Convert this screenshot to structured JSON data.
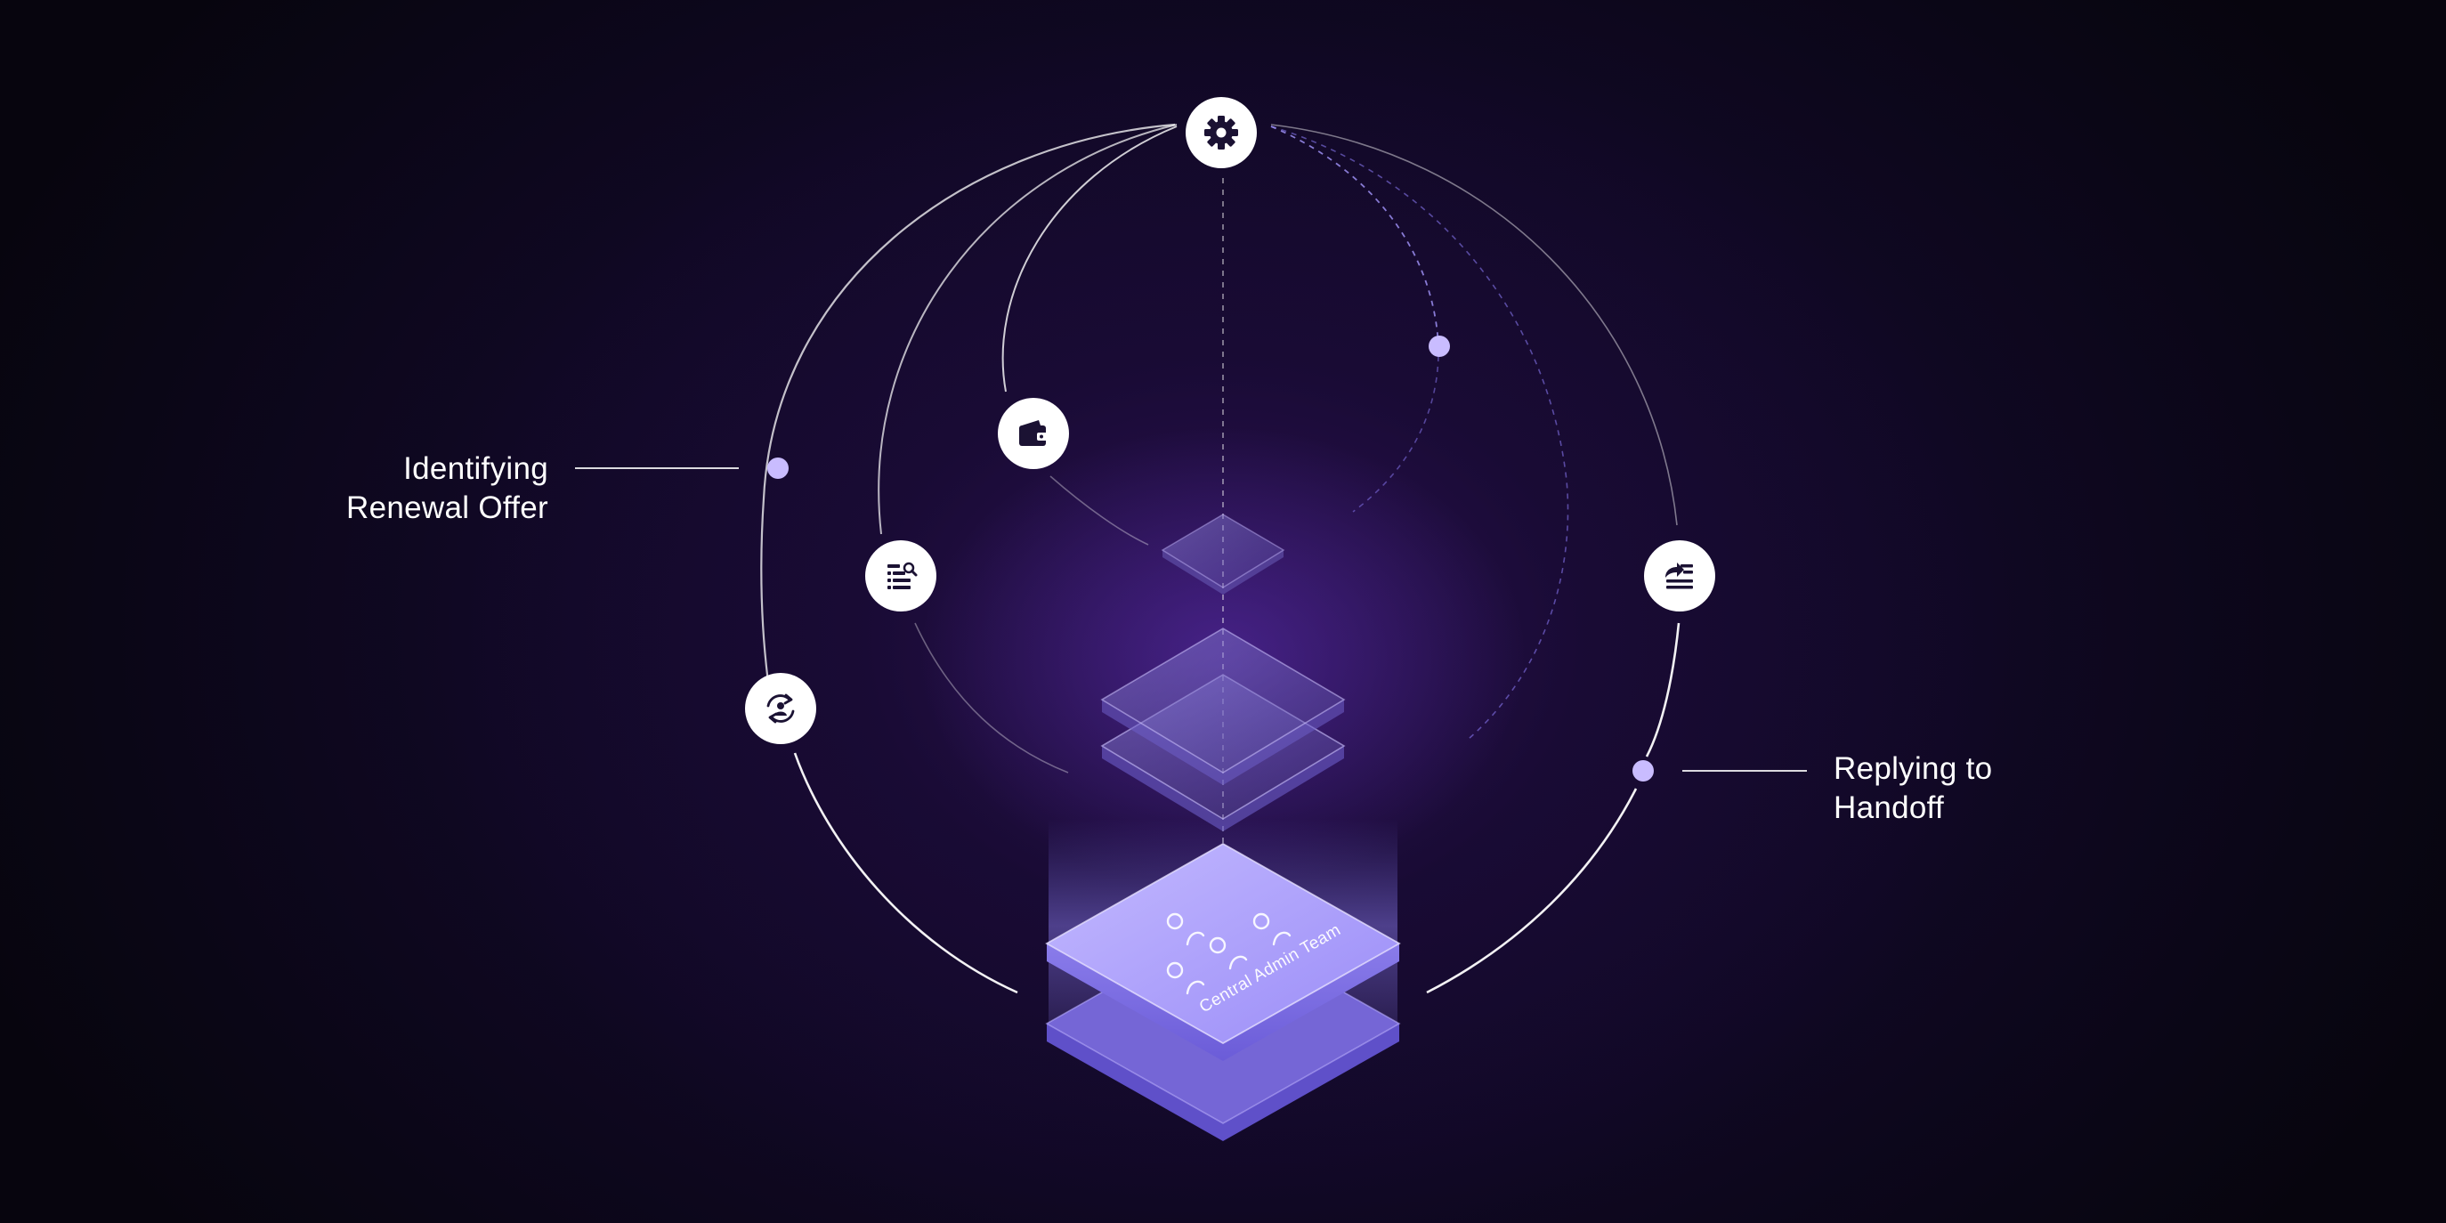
{
  "labels": {
    "left": {
      "line1": "Identifying",
      "line2": "Renewal Offer"
    },
    "right": {
      "line1": "Replying to",
      "line2": "Handoff"
    }
  },
  "stack": {
    "card_text": "Central Admin Team"
  },
  "icons": [
    "gear-icon",
    "wallet-icon",
    "list-search-icon",
    "user-sync-icon",
    "share-list-icon",
    "users-icon"
  ],
  "colors": {
    "background": "#0a0714",
    "accent": "#c9bcff",
    "node": "#ffffff",
    "icon": "#1b1233",
    "layer": "#8a7df0"
  }
}
